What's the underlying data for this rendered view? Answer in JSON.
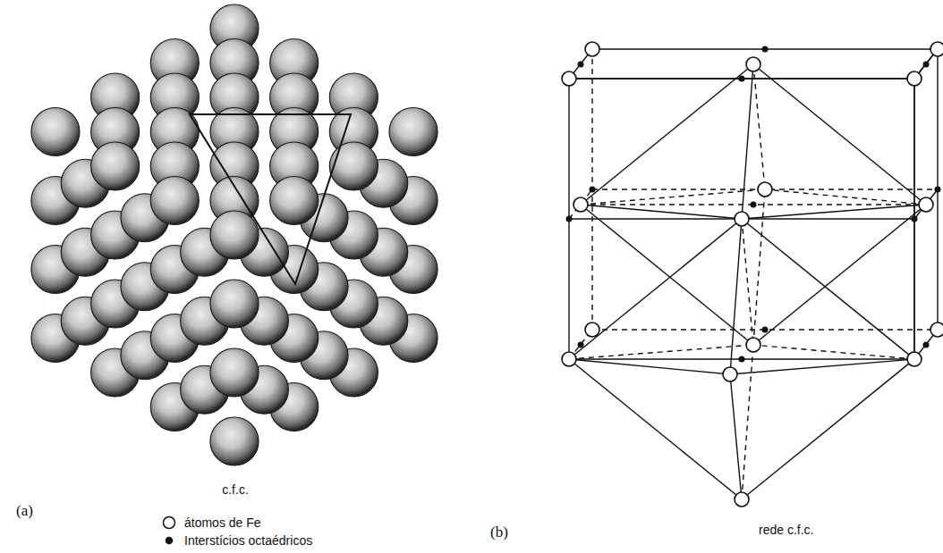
{
  "diagram": {
    "labels": [
      "(a)",
      "c.f.c.",
      "(b)",
      "rede c.f.c."
    ],
    "legend": [
      {
        "text": "átomos de Fe"
      },
      {
        "text": "Interstícios octaédricos"
      }
    ]
  }
}
